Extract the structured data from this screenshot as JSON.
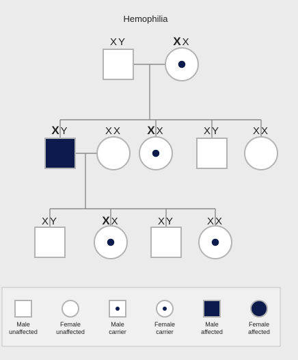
{
  "title": "Hemophilia",
  "colors": {
    "affected": "#0d1b4c",
    "outline": "#b3b3b3",
    "line": "#8a8a8a",
    "background": "#ebebeb"
  },
  "individuals": [
    {
      "id": "g1-male",
      "sex": "male",
      "status": "unaffected",
      "genotype": [
        "X",
        "Y"
      ],
      "bold_x": false
    },
    {
      "id": "g1-female",
      "sex": "female",
      "status": "carrier",
      "genotype": [
        "X",
        "X"
      ],
      "bold_x": true
    },
    {
      "id": "g2-male-1",
      "sex": "male",
      "status": "affected",
      "genotype": [
        "X",
        "Y"
      ],
      "bold_x": true
    },
    {
      "id": "g2-spouse",
      "sex": "female",
      "status": "unaffected",
      "genotype": [
        "X",
        "X"
      ],
      "bold_x": false
    },
    {
      "id": "g2-female-1",
      "sex": "female",
      "status": "carrier",
      "genotype": [
        "X",
        "X"
      ],
      "bold_x": true
    },
    {
      "id": "g2-male-2",
      "sex": "male",
      "status": "unaffected",
      "genotype": [
        "X",
        "Y"
      ],
      "bold_x": false
    },
    {
      "id": "g2-female-2",
      "sex": "female",
      "status": "unaffected",
      "genotype": [
        "X",
        "X"
      ],
      "bold_x": false
    },
    {
      "id": "g3-male-1",
      "sex": "male",
      "status": "unaffected",
      "genotype": [
        "X",
        "Y"
      ],
      "bold_x": false
    },
    {
      "id": "g3-female-1",
      "sex": "female",
      "status": "carrier",
      "genotype": [
        "X",
        "X"
      ],
      "bold_x": true
    },
    {
      "id": "g3-male-2",
      "sex": "male",
      "status": "unaffected",
      "genotype": [
        "X",
        "Y"
      ],
      "bold_x": false
    },
    {
      "id": "g3-female-2",
      "sex": "female",
      "status": "carrier",
      "genotype": [
        "X",
        "X"
      ],
      "bold_x": false
    }
  ],
  "legend": [
    {
      "sex": "male",
      "status": "unaffected",
      "label": [
        "Male",
        "unaffected"
      ]
    },
    {
      "sex": "female",
      "status": "unaffected",
      "label": [
        "Female",
        "unaffected"
      ]
    },
    {
      "sex": "male",
      "status": "carrier",
      "label": [
        "Male",
        "carrier"
      ]
    },
    {
      "sex": "female",
      "status": "carrier",
      "label": [
        "Female",
        "carrier"
      ]
    },
    {
      "sex": "male",
      "status": "affected",
      "label": [
        "Male",
        "affected"
      ]
    },
    {
      "sex": "female",
      "status": "affected",
      "label": [
        "Female",
        "affected"
      ]
    }
  ]
}
